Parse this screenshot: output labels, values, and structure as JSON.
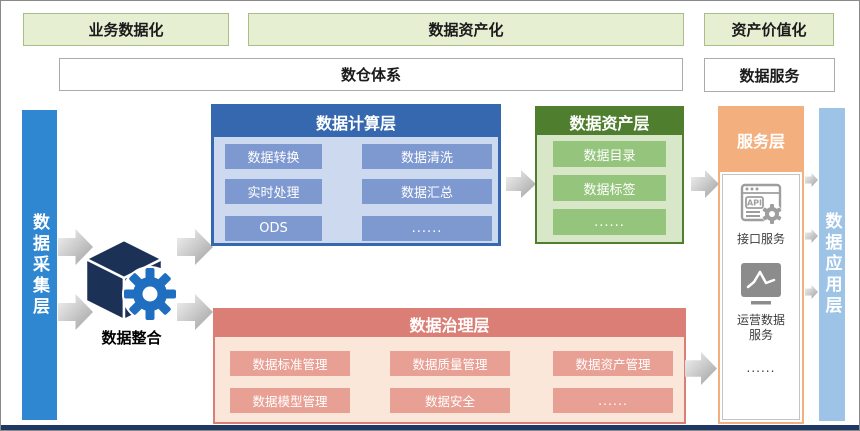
{
  "top_band": {
    "business": "业务数据化",
    "assetization": "数据资产化",
    "valorization": "资产价值化",
    "warehouse": "数仓体系",
    "service": "数据服务"
  },
  "capture_layer": {
    "label": "数据采集层"
  },
  "application_layer": {
    "label": "数据应用层"
  },
  "integration": {
    "label": "数据整合"
  },
  "compute_layer": {
    "title": "数据计算层",
    "items": [
      "数据转换",
      "数据清洗",
      "实时处理",
      "数据汇总",
      "ODS",
      "......"
    ]
  },
  "asset_layer": {
    "title": "数据资产层",
    "items": [
      "数据目录",
      "数据标签",
      "......"
    ]
  },
  "governance_layer": {
    "title": "数据治理层",
    "items": [
      "数据标准管理",
      "数据质量管理",
      "数据资产管理",
      "数据模型管理",
      "数据安全",
      "......"
    ]
  },
  "service_layer": {
    "title": "服务层",
    "api_icon_text": "API",
    "api_label": "接口服务",
    "ops_label_line1": "运营数据",
    "ops_label_line2": "服务",
    "more": "......"
  },
  "colors": {
    "band_green_fill": "#E7EFD3",
    "band_green_border": "#A8BE84",
    "capture_bar_blue": "#2F86D1",
    "application_bar_blue": "#9DC3E6",
    "compute_header_blue": "#3568AF",
    "compute_body_blue": "#CDD9EE",
    "compute_item_blue": "#7E99D0",
    "asset_header_green": "#507E2F",
    "asset_body_green": "#D7E7C8",
    "asset_item_green": "#95C57D",
    "governance_header_red": "#DB7F76",
    "governance_body_peach": "#FBE7D9",
    "governance_item_salmon": "#E9A094",
    "service_orange": "#F3AF7E",
    "bottom_bar_navy": "#1F3864",
    "cube_navy": "#1B3156",
    "gear_blue": "#1F6EC0"
  }
}
